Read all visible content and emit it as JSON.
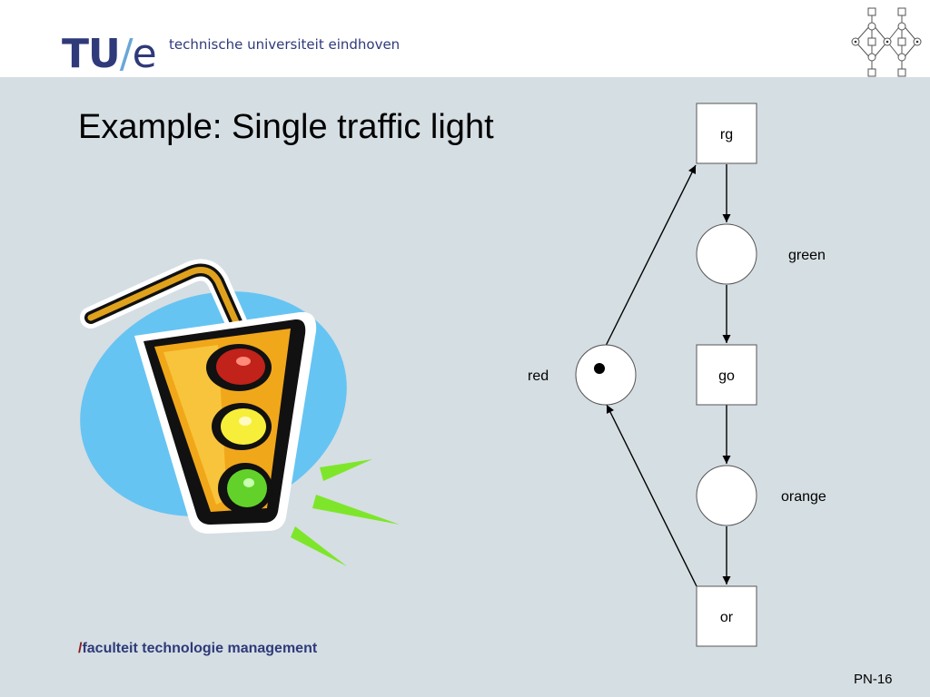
{
  "header": {
    "logo_main": "TU",
    "logo_slash": "/",
    "logo_e": "e",
    "university": "technische universiteit eindhoven"
  },
  "slide": {
    "title": "Example: Single traffic light"
  },
  "petri_net": {
    "transitions": [
      {
        "id": "rg",
        "label": "rg"
      },
      {
        "id": "go",
        "label": "go"
      },
      {
        "id": "or",
        "label": "or"
      }
    ],
    "places": [
      {
        "id": "green",
        "label": "green",
        "tokens": 0
      },
      {
        "id": "orange",
        "label": "orange",
        "tokens": 0
      },
      {
        "id": "red",
        "label": "red",
        "tokens": 1
      }
    ],
    "arcs": [
      {
        "from": "rg",
        "to": "green"
      },
      {
        "from": "green",
        "to": "go"
      },
      {
        "from": "go",
        "to": "orange"
      },
      {
        "from": "orange",
        "to": "or"
      },
      {
        "from": "or",
        "to": "red"
      },
      {
        "from": "red",
        "to": "rg"
      }
    ]
  },
  "footer": {
    "slash": "/",
    "text": "faculteit technologie management",
    "page": "PN-16"
  },
  "colors": {
    "background": "#d5dee3",
    "brand_blue": "#2f3a7a",
    "slash_red": "#8b1a1a"
  }
}
